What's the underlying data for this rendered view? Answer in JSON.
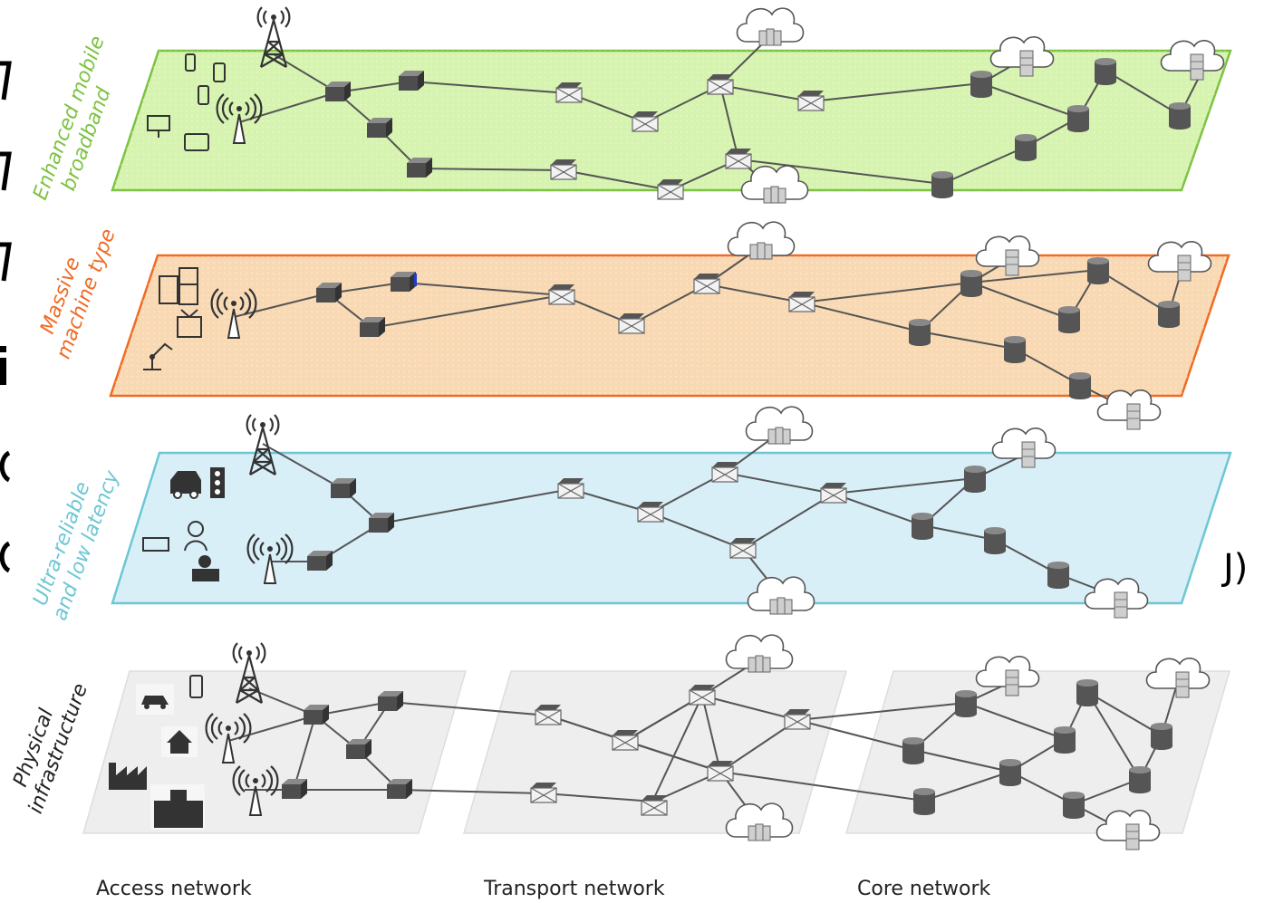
{
  "layers": {
    "embb": {
      "label_line1": "Enhanced mobile",
      "label_line2": "broadband",
      "color": "#7dc242",
      "fill": "#d6f3b0"
    },
    "mmtc": {
      "label_line1": "Massive",
      "label_line2": "machine type",
      "color": "#f06b24",
      "fill": "#f8d9b3"
    },
    "urllc": {
      "label_line1": "Ultra-reliable",
      "label_line2": "and low latency",
      "color": "#6cc7d4",
      "fill": "#d9eff8"
    },
    "physical": {
      "label_line1": "Physical",
      "label_line2": "infrastructure",
      "color": "#222222",
      "fill": "#eeeeee"
    }
  },
  "sections": {
    "access": "Access network",
    "transport": "Transport network",
    "core": "Core network"
  },
  "edge_fragments": {
    "right_paren": "J)"
  }
}
